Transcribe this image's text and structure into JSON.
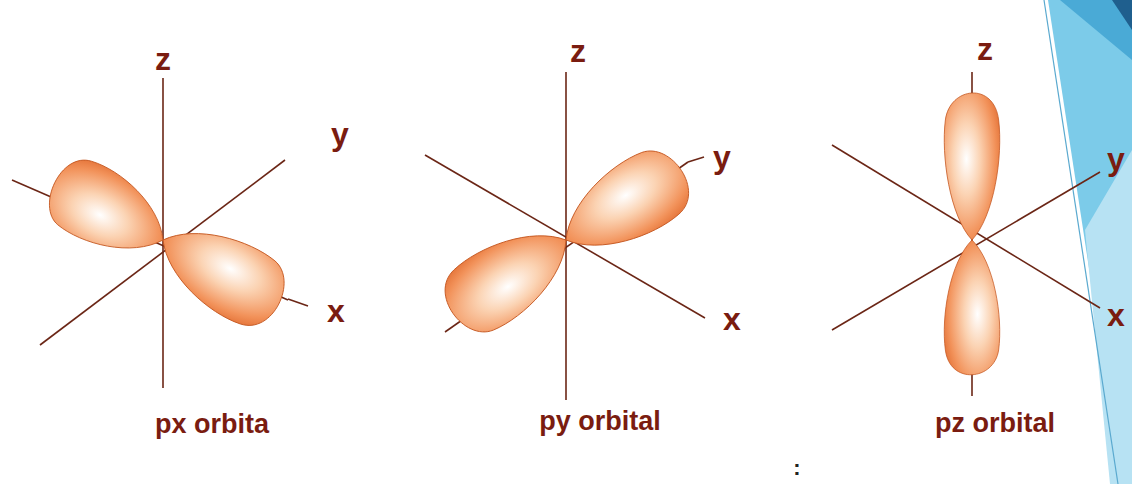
{
  "diagram": {
    "labels": [
      "z",
      "y",
      "x",
      "px orbita",
      "z",
      "y",
      "x",
      "py orbital",
      "z",
      "y",
      "x",
      "pz orbital",
      ":"
    ]
  }
}
